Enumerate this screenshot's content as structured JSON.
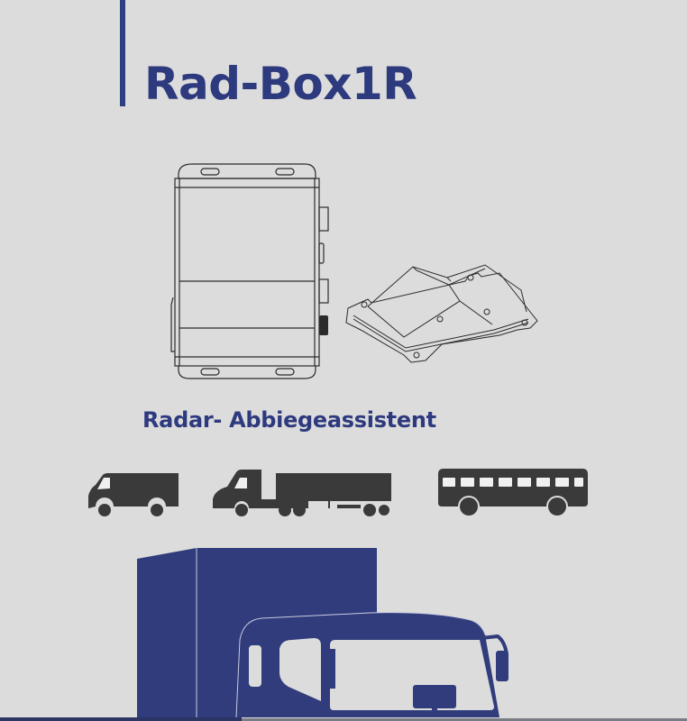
{
  "header": {
    "title": "Rad-Box1R"
  },
  "product": {
    "subtitle": "Radar- Abbiegeassistent",
    "images": [
      "device-top-view",
      "device-isometric-view"
    ]
  },
  "vehicle_icons": [
    "van",
    "semi-truck",
    "bus"
  ],
  "hero_illustration": "box-truck-front",
  "colors": {
    "background": "#dcdcdc",
    "brand_navy": "#2e3a7e",
    "vehicle_icon": "#3a3a3a",
    "line_art": "#2b2b2b"
  }
}
